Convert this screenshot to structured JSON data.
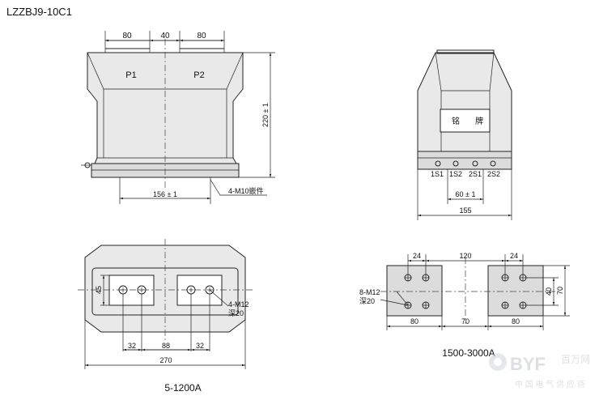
{
  "title": "LZZBJ9-10C1",
  "front_view": {
    "dim_top": [
      "80",
      "40",
      "80"
    ],
    "terminal_p1": "P1",
    "terminal_p2": "P2",
    "dim_height": "220 ± 1",
    "dim_base": "156 ± 1",
    "callout": "4-M10嵌件"
  },
  "side_view": {
    "nameplate": [
      "铭",
      "牌"
    ],
    "terminals": [
      "1S1",
      "1S2",
      "2S1",
      "2S2"
    ],
    "dim_inner": "60 ± 1",
    "dim_outer": "155"
  },
  "plan_small": {
    "dim_height": "45",
    "callout_line1": "4-M12",
    "callout_line2": "深20",
    "dim_bottom": [
      "32",
      "88",
      "32"
    ],
    "dim_overall": "270",
    "caption": "5-1200A"
  },
  "plan_large": {
    "dim_top": [
      "24",
      "120",
      "24"
    ],
    "callout_line1": "8-M12",
    "callout_line2": "深20",
    "dim_right": [
      "40",
      "70"
    ],
    "dim_bottom": [
      "80",
      "70",
      "80"
    ],
    "caption": "1500-3000A"
  },
  "watermark": {
    "brand": "BYF",
    "cn": "百万网",
    "sub": "中 国 电 气 供 应 商"
  }
}
